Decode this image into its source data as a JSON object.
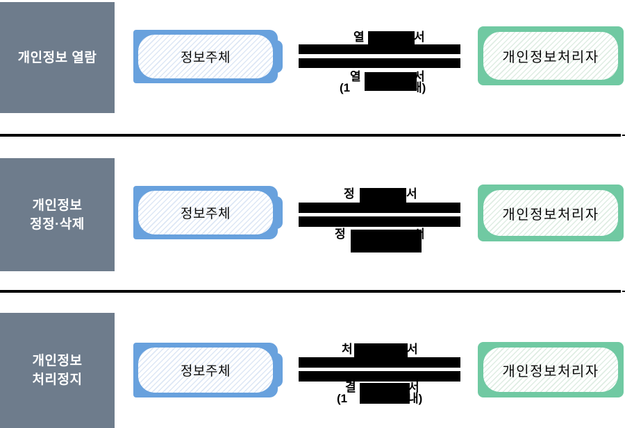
{
  "colors": {
    "category_bg": "#6e7c8c",
    "category_text": "#ffffff",
    "subject_border": "#68a1dd",
    "subject_stripe": "#dde7f5",
    "processor_border": "#70c9a2",
    "processor_stripe": "#dfede3",
    "redaction": "#000000",
    "label_text": "#000000"
  },
  "rows": [
    {
      "category_lines": [
        "개인정보 열람"
      ],
      "subject": "정보주체",
      "processor": "개인정보처리자",
      "top_label": {
        "left": "열",
        "right": "서"
      },
      "bottom_label": {
        "left": "열",
        "right": "서"
      },
      "bottom_label2": {
        "left": "(1",
        "right": "내)"
      }
    },
    {
      "category_lines": [
        "개인정보",
        "정정·삭제"
      ],
      "subject": "정보주체",
      "processor": "개인정보처리자",
      "top_label": {
        "left": "정",
        "right": "서"
      },
      "bottom_label": {
        "left": "정",
        "right": "서"
      }
    },
    {
      "category_lines": [
        "개인정보",
        "처리정지"
      ],
      "subject": "정보주체",
      "processor": "개인정보처리자",
      "top_label": {
        "left": "처",
        "right": "서"
      },
      "bottom_label": {
        "left": "결",
        "right": "서"
      },
      "bottom_label2": {
        "left": "(1",
        "right": "내)"
      }
    }
  ]
}
